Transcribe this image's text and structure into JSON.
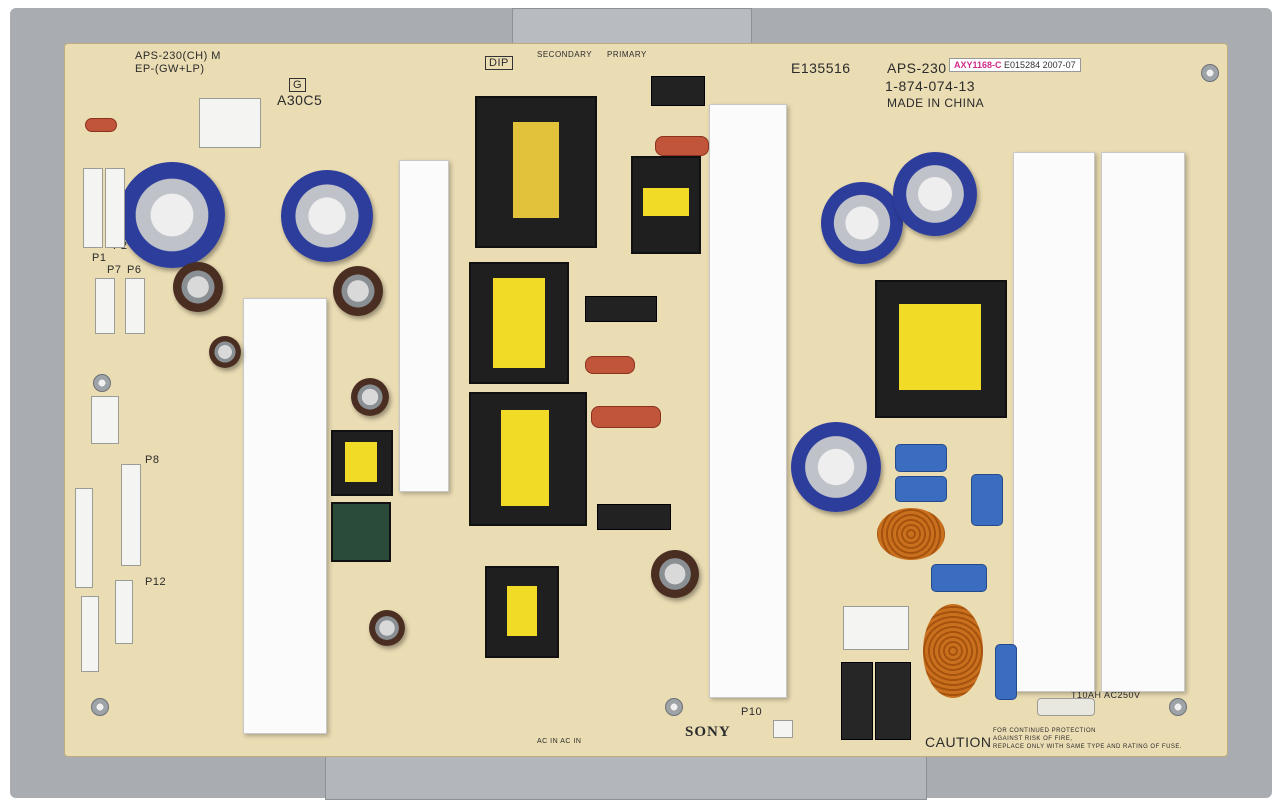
{
  "silkscreen": {
    "model_top_left": "APS-230(CH) M",
    "variant_top_left": "EP-(GW+LP)",
    "code_a30c5": "A30C5",
    "code_g": "G",
    "model_right": "APS-230",
    "part_number": "1-874-074-13",
    "made_in": "MADE IN CHINA",
    "cert_number": "E135516",
    "secondary_label": "SECONDARY",
    "primary_label": "PRIMARY",
    "dip_label": "DIP",
    "brand": "SONY",
    "caution": "CAUTION",
    "caution_text_1": "FOR CONTINUED PROTECTION",
    "caution_text_2": "AGAINST RISK OF FIRE,",
    "caution_text_3": "REPLACE ONLY WITH SAME TYPE AND RATING OF FUSE.",
    "fuse_rating": "T10AH AC250V",
    "p10": "P10",
    "p1": "P1",
    "p2": "P2",
    "p6": "P6",
    "p7": "P7",
    "p8": "P8",
    "p12": "P12",
    "ac_in": "AC IN  AC IN"
  },
  "sticker": {
    "id_pink": "AXY1168-C",
    "serial": "E015284 2007-07"
  },
  "colors": {
    "board": "#eadcb3",
    "capacitor_blue": "#2d3d9c",
    "heatsink": "#fbfbfb",
    "chassis": "#a9adb2",
    "core_yellow": "#f2db27"
  }
}
